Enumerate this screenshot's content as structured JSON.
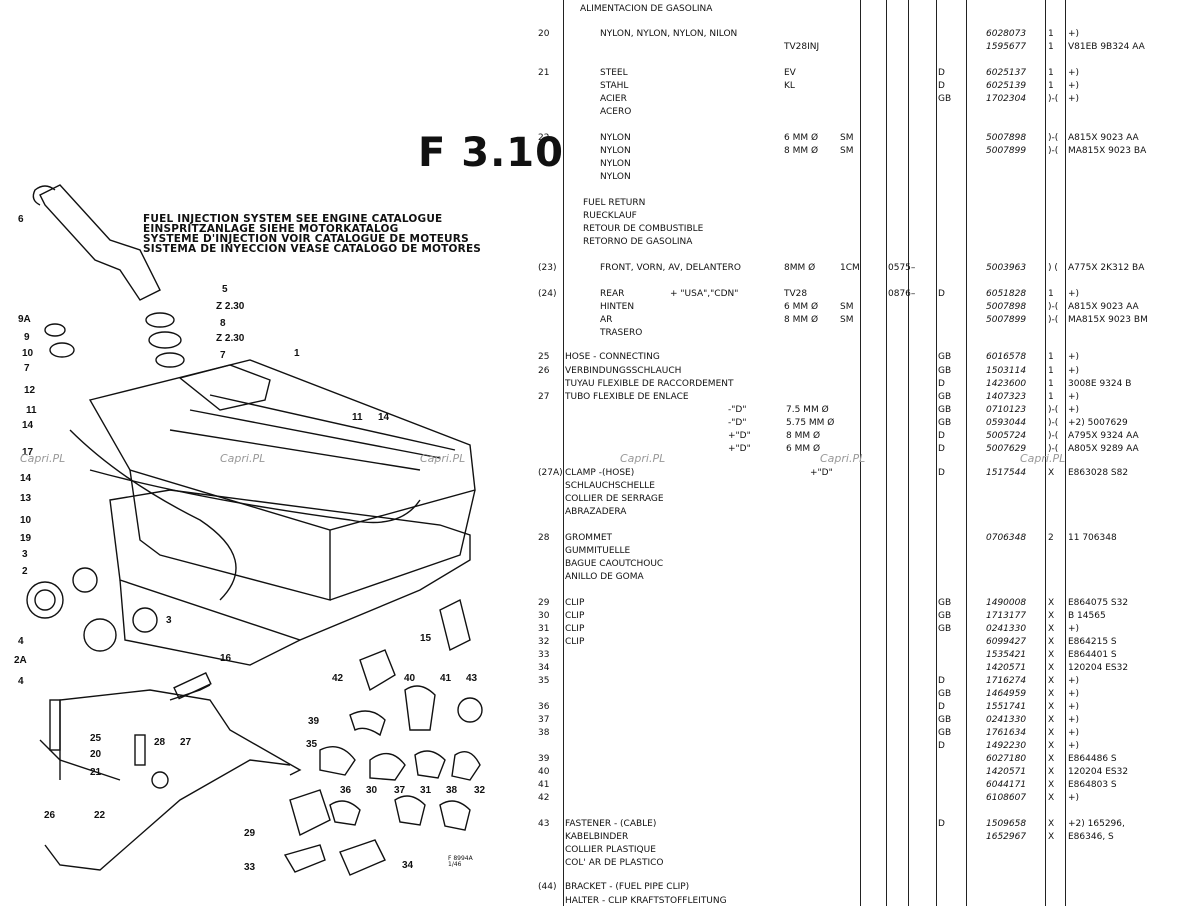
{
  "title": "F 3.10",
  "injection_note": [
    "FUEL INJECTION SYSTEM SEE ENGINE CATALOGUE",
    "EINSPRITZANLAGE SIEHE MOTORKATALOG",
    "SYSTEME D'INJECTION VOIR CATALOGUE DE MOTEURS",
    "SISTEMA DE INYECCION VEASE CATALOGO DE MOTORES"
  ],
  "watermark": "Capri.PL",
  "figure_code": [
    "F 8994A",
    "1/46"
  ],
  "callouts": {
    "c5": "5",
    "c6": "6",
    "c8": "8",
    "c7": "7",
    "c1": "1",
    "cz1": "Z 2.30",
    "cz2": "Z 2.30",
    "c9a": "9A",
    "c9": "9",
    "c10a": "10",
    "c7b": "7",
    "c12": "12",
    "c11": "11",
    "c14": "14",
    "c17": "17",
    "c14b": "14",
    "c13": "13",
    "c10b": "10",
    "c19": "19",
    "c3": "3",
    "c2": "2",
    "c4": "4",
    "c2a": "2A",
    "c4b": "4",
    "c3b": "3",
    "c11b": "11",
    "c14c": "14",
    "c15": "15",
    "c16": "16",
    "c42": "42",
    "c40": "40",
    "c41": "41",
    "c43": "43",
    "c39": "39",
    "c35": "35",
    "c36": "36",
    "c30": "30",
    "c37": "37",
    "c31": "31",
    "c38": "38",
    "c32": "32",
    "c25": "25",
    "c20": "20",
    "c21": "21",
    "c28": "28",
    "c27": "27",
    "c26": "26",
    "c22": "22",
    "c29": "29",
    "c33": "33",
    "c34": "34"
  },
  "rows": [
    {
      "item": "",
      "desc": "ALIMENTACION DE GASOLINA",
      "desc_indent": 60
    },
    {
      "item": "20",
      "desc": "NYLON, NYLON, NYLON, NILON",
      "desc_indent": 80
    },
    {
      "spec": "TV28INJ",
      "part": "1595677",
      "qty": "1",
      "ref": "V81EB 9B324 AA"
    },
    {
      "item": "21",
      "desc": "STEEL",
      "desc_indent": 80,
      "spec": "EV",
      "mkt": "D",
      "part": "6025137",
      "qty": "1",
      "ref": "+)"
    },
    {
      "desc": "STAHL",
      "desc_indent": 80,
      "spec": "KL",
      "mkt": "D",
      "part": "6025139",
      "qty": "1",
      "ref": "+)"
    },
    {
      "desc": "ACIER",
      "desc_indent": 80,
      "mkt": "GB",
      "part": "1702304",
      "qty": ")-(",
      "ref": "+)"
    },
    {
      "desc": "ACERO",
      "desc_indent": 80
    },
    {
      "item": "22",
      "desc": "NYLON",
      "desc_indent": 80,
      "spec": "6 MM Ø",
      "sm": "SM",
      "part": "5007898",
      "qty": ")-(",
      "ref": "A815X 9023 AA"
    },
    {
      "desc": "NYLON",
      "desc_indent": 80,
      "spec": "8 MM Ø",
      "sm": "SM",
      "part": "5007899",
      "qty": ")-(",
      "ref": "MA815X 9023 BA"
    },
    {
      "desc": "NYLON",
      "desc_indent": 80
    },
    {
      "desc": "NYLON",
      "desc_indent": 80
    },
    {
      "desc": "FUEL RETURN",
      "desc_indent": 63
    },
    {
      "desc": "RUECKLAUF",
      "desc_indent": 63
    },
    {
      "desc": "RETOUR DE COMBUSTIBLE",
      "desc_indent": 63
    },
    {
      "desc": "RETORNO DE GASOLINA",
      "desc_indent": 63
    },
    {
      "item": "(23)",
      "desc": "FRONT, VORN, AV, DELANTERO",
      "desc_indent": 80,
      "spec": "8MM Ø",
      "sm": "1CM",
      "date": "0575–",
      "part": "5003963",
      "qty": ") (",
      "ref": "A775X 2K312 BA"
    },
    {
      "item": "(24)",
      "desc": "REAR",
      "desc_indent": 80,
      "extra": "+ \"USA\",\"CDN\"",
      "spec": "TV28",
      "date": "0876–",
      "mkt": "D",
      "part": "6051828",
      "qty": "1",
      "ref": "+)"
    },
    {
      "desc": "HINTEN",
      "desc_indent": 80,
      "spec": "6 MM Ø",
      "sm": "SM",
      "part": "5007898",
      "qty": ")-(",
      "ref": "A815X 9023 AA"
    },
    {
      "desc": "AR",
      "desc_indent": 80,
      "spec": "8 MM Ø",
      "sm": "SM",
      "part": "5007899",
      "qty": ")-(",
      "ref": "MA815X 9023 BM"
    },
    {
      "desc": "TRASERO",
      "desc_indent": 80
    },
    {
      "item": "25",
      "desc": "HOSE - CONNECTING",
      "desc_indent": 45,
      "mkt": "GB",
      "part": "6016578",
      "qty": "1",
      "ref": "+)"
    },
    {
      "item": "26",
      "desc": "VERBINDUNGSSCHLAUCH",
      "desc_indent": 45,
      "mkt": "GB",
      "part": "1503114",
      "qty": "1",
      "ref": "+)"
    },
    {
      "desc": "TUYAU FLEXIBLE DE RACCORDEMENT",
      "desc_indent": 45,
      "mkt": "D",
      "part": "1423600",
      "qty": "1",
      "ref": "3008E 9324 B"
    },
    {
      "item": "27",
      "desc": "TUBO FLEXIBLE DE ENLACE",
      "desc_indent": 45,
      "mkt": "GB",
      "part": "1407323",
      "qty": "1",
      "ref": "+)"
    },
    {
      "cond": "-\"D\"",
      "spec2": "7.5 MM Ø",
      "mkt": "GB",
      "part": "0710123",
      "qty": ")-(",
      "ref": "+)"
    },
    {
      "cond": "-\"D\"",
      "spec2": "5.75 MM Ø",
      "mkt": "GB",
      "part": "0593044",
      "qty": ")-(",
      "ref": "+2) 5007629"
    },
    {
      "cond": "+\"D\"",
      "spec2": "8 MM Ø",
      "mkt": "D",
      "part": "5005724",
      "qty": ")-(",
      "ref": "A795X 9324 AA"
    },
    {
      "cond": "+\"D\"",
      "spec2": "6 MM Ø",
      "mkt": "D",
      "part": "5007629",
      "qty": ")-(",
      "ref": "A805X 9289 AA"
    },
    {
      "item": "(27A)",
      "desc": "CLAMP -(HOSE)",
      "desc_indent": 45,
      "extra2": "+\"D\"",
      "mkt": "D",
      "part": "1517544",
      "qty": "X",
      "ref": "E863028 S82"
    },
    {
      "desc": "SCHLAUCHSCHELLE",
      "desc_indent": 45
    },
    {
      "desc": "COLLIER DE SERRAGE",
      "desc_indent": 45
    },
    {
      "desc": "ABRAZADERA",
      "desc_indent": 45
    },
    {
      "item": "28",
      "desc": "GROMMET",
      "desc_indent": 45,
      "part": "0706348",
      "qty": "2",
      "ref": "11 706348"
    },
    {
      "desc": "GUMMITUELLE",
      "desc_indent": 45
    },
    {
      "desc": "BAGUE CAOUTCHOUC",
      "desc_indent": 45
    },
    {
      "desc": "ANILLO DE GOMA",
      "desc_indent": 45
    },
    {
      "item": "29",
      "desc": "CLIP",
      "desc_indent": 45,
      "mkt": "GB",
      "part": "1490008",
      "qty": "X",
      "ref": "E864075 S32"
    },
    {
      "item": "30",
      "desc": "CLIP",
      "desc_indent": 45,
      "mkt": "GB",
      "part": "1713177",
      "qty": "X",
      "ref": "B 14565"
    },
    {
      "item": "31",
      "desc": "CLIP",
      "desc_indent": 45,
      "mkt": "GB",
      "part": "0241330",
      "qty": "X",
      "ref": "+)"
    },
    {
      "item": "32",
      "desc": "CLIP",
      "desc_indent": 45,
      "part": "6099427",
      "qty": "X",
      "ref": "E864215 S"
    },
    {
      "item": "33",
      "part": "1535421",
      "qty": "X",
      "ref": "E864401 S"
    },
    {
      "item": "34",
      "part": "1420571",
      "qty": "X",
      "ref": "120204 ES32"
    },
    {
      "item": "35",
      "mkt": "D",
      "part": "1716274",
      "qty": "X",
      "ref": "+)"
    },
    {
      "mkt": "GB",
      "part": "1464959",
      "qty": "X",
      "ref": "+)"
    },
    {
      "item": "36",
      "mkt": "D",
      "part": "1551741",
      "qty": "X",
      "ref": "+)"
    },
    {
      "item": "37",
      "mkt": "GB",
      "part": "0241330",
      "qty": "X",
      "ref": "+)"
    },
    {
      "item": "38",
      "mkt": "GB",
      "part": "1761634",
      "qty": "X",
      "ref": "+)"
    },
    {
      "mkt": "D",
      "part": "1492230",
      "qty": "X",
      "ref": "+)"
    },
    {
      "item": "39",
      "part": "6027180",
      "qty": "X",
      "ref": "E864486 S"
    },
    {
      "item": "40",
      "part": "1420571",
      "qty": "X",
      "ref": "120204 ES32"
    },
    {
      "item": "41",
      "part": "6044171",
      "qty": "X",
      "ref": "E864803 S"
    },
    {
      "item": "42",
      "part": "6108607",
      "qty": "X",
      "ref": "+)"
    },
    {
      "item": "43",
      "desc": "FASTENER - (CABLE)",
      "desc_indent": 45,
      "mkt": "D",
      "part": "1509658",
      "qty": "X",
      "ref": "+2) 165296,"
    },
    {
      "desc": "KABELBINDER",
      "desc_indent": 45,
      "part": "1652967",
      "qty": "X",
      "ref": "E86346, S"
    },
    {
      "desc": "COLLIER PLASTIQUE",
      "desc_indent": 45
    },
    {
      "desc": "COL' AR DE PLASTICO",
      "desc_indent": 45
    },
    {
      "item": "(44)",
      "desc": "BRACKET - (FUEL PIPE CLIP)",
      "desc_indent": 45
    },
    {
      "desc": "HALTER - CLIP KRAFTSTOFFLEITUNG",
      "desc_indent": 45
    }
  ],
  "row20_part": "6028073",
  "row20_qty": "1",
  "row20_ref": "+)"
}
